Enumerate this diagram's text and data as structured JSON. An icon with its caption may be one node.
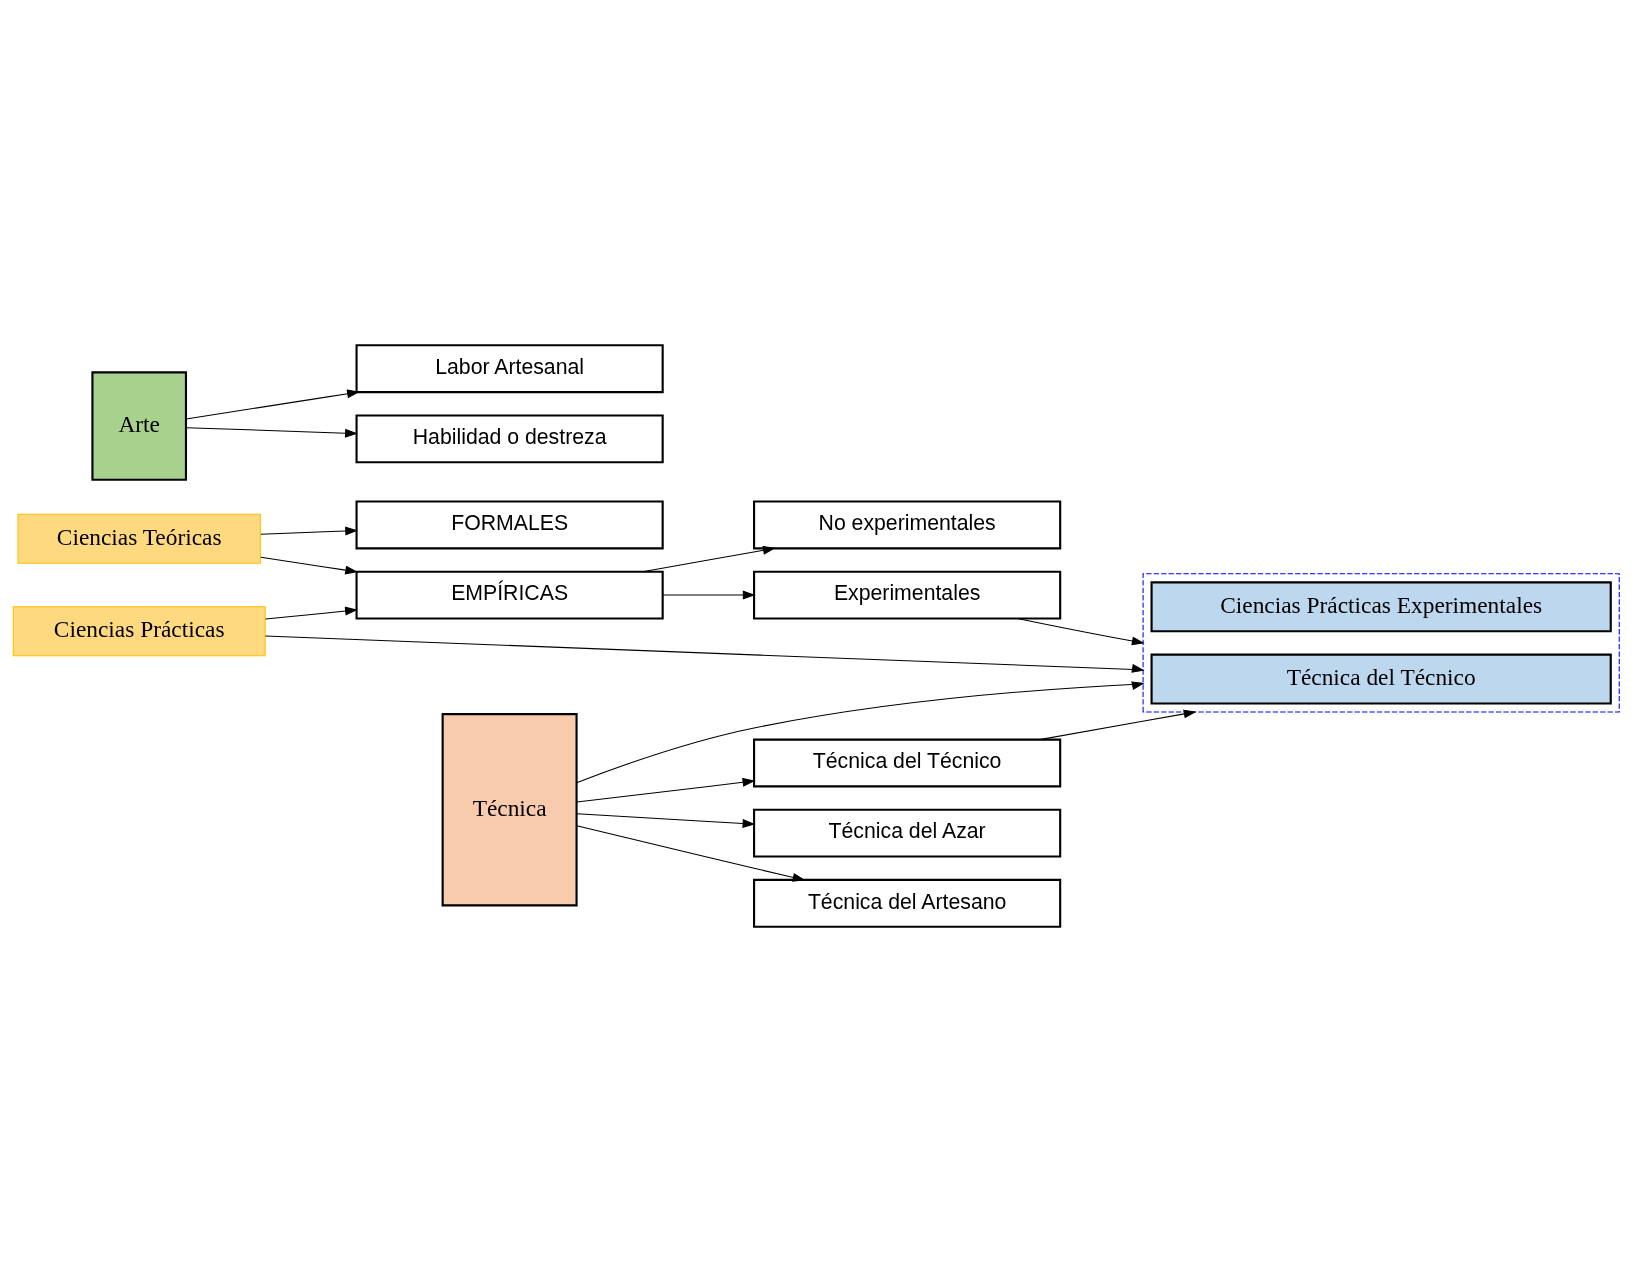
{
  "diagram": {
    "nodes": [
      {
        "text": [
          "Ciencias Teóricas"
        ]
      },
      {
        "text": [
          "Ciencias Prácticas"
        ]
      },
      {
        "text": [
          "FORMALES"
        ]
      },
      {
        "text": [
          "EMPÍRICAS"
        ]
      },
      {
        "text": [
          "No experimentales"
        ]
      },
      {
        "text": [
          "Experimentales"
        ]
      },
      {
        "text": [],
        "shape": "box"
      },
      {
        "text": [
          "Ciencias Prácticas Experimentales"
        ],
        "in": 6
      },
      {
        "text": [
          "Técnica del Técnico"
        ],
        "in": 6
      },
      {
        "text": [
          "Técnica"
        ]
      },
      {
        "text": [
          "Técnica del Técnico"
        ]
      },
      {
        "text": [
          "Técnica del Azar"
        ]
      },
      {
        "text": [
          "Técnica del Artesano"
        ]
      },
      {
        "text": [
          "Arte"
        ]
      },
      {
        "text": [
          "Labor Artesanal"
        ]
      },
      {
        "text": [
          "Habilidad o destreza"
        ]
      }
    ],
    "edges": [
      {
        "from": 0,
        "to": 2,
        "arrow": "to"
      },
      {
        "from": 0,
        "to": 3,
        "arrow": "to"
      },
      {
        "from": 1,
        "to": 3,
        "arrow": "to"
      },
      {
        "from": 1,
        "to": 6,
        "arrow": "to"
      },
      {
        "from": 3,
        "to": 4,
        "arrow": "to"
      },
      {
        "from": 3,
        "to": 5,
        "arrow": "to"
      },
      {
        "from": 5,
        "to": 6,
        "arrow": "to"
      },
      {
        "from": 9,
        "to": 6,
        "arrow": "to"
      },
      {
        "from": 9,
        "to": 10,
        "arrow": "to"
      },
      {
        "from": 9,
        "to": 11,
        "arrow": "to"
      },
      {
        "from": 9,
        "to": 12,
        "arrow": "to"
      },
      {
        "from": 10,
        "to": 6,
        "arrow": "to"
      },
      {
        "from": 13,
        "to": 14,
        "arrow": "to"
      },
      {
        "from": 13,
        "to": 15,
        "arrow": "to"
      }
    ]
  }
}
